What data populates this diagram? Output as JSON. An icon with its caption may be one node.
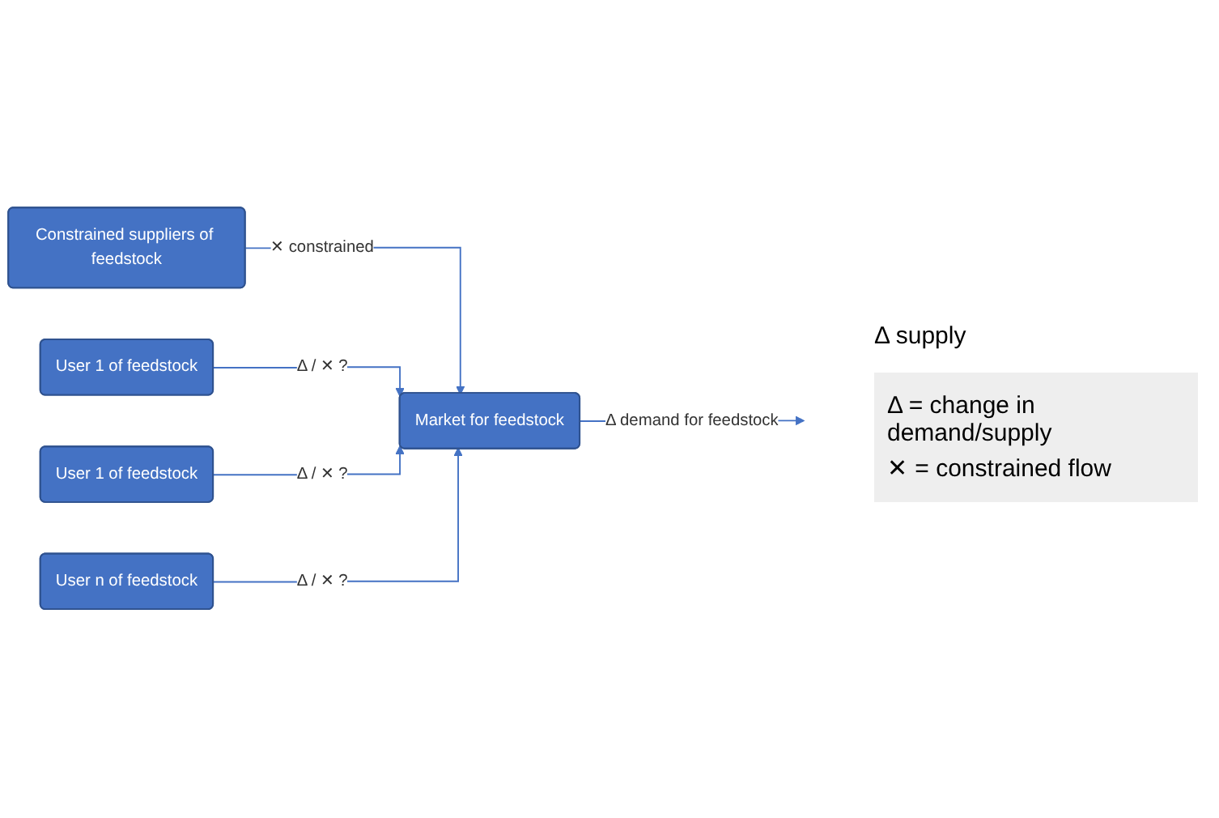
{
  "diagram": {
    "nodes": [
      {
        "text": [
          "Constrained suppliers of feedstock"
        ]
      },
      {
        "text": [
          "Market for feedstock"
        ]
      },
      {
        "text": [
          "User 1 of feedstock"
        ]
      },
      {
        "text": [
          "User 1 of feedstock"
        ]
      },
      {
        "text": [
          "User n of feedstock"
        ]
      }
    ],
    "edges": [
      {
        "from": 0,
        "to": 1,
        "arrow": "to",
        "label": "✕ constrained"
      },
      {
        "from": 2,
        "to": 1,
        "arrow": "to",
        "label": "Δ / ✕ ?"
      },
      {
        "from": 3,
        "to": 1,
        "arrow": "to",
        "label": "Δ / ✕ ?"
      },
      {
        "from": 4,
        "to": 1,
        "arrow": "to",
        "label": "Δ / ✕ ?"
      },
      {
        "from": 1,
        "to": null,
        "arrow": "to",
        "label": "Δ demand for feedstock"
      }
    ],
    "labels": [
      "Δ supply"
    ],
    "legend": [
      {
        "text": "Δ = change in demand/supply"
      },
      {
        "text": "✕ = constrained flow"
      }
    ]
  }
}
